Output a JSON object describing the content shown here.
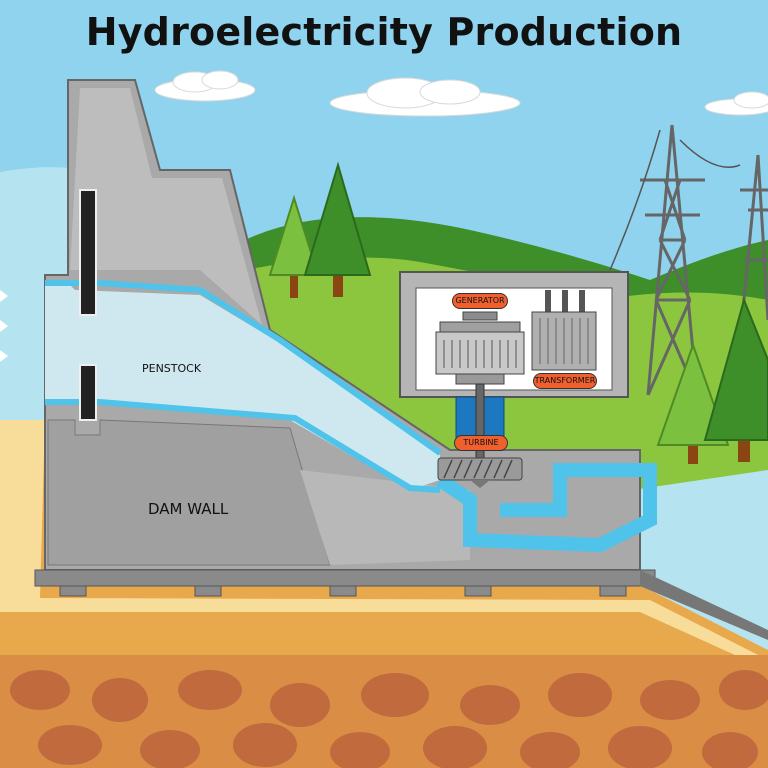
{
  "title": "Hydroelectricity Production",
  "labels": {
    "penstock": "PENSTOCK",
    "dam_wall": "DAM WALL",
    "generator": "GENERATOR",
    "transformer": "TRANSFORMER",
    "turbine": "TURBINE"
  },
  "colors": {
    "sky": "#8fd3ee",
    "water": "#b6e3f0",
    "water_flow": "#4fc3ea",
    "dam": "#a9a9a9",
    "grass": "#8cc63f",
    "sand": "#f7dc9a",
    "soil": "#e8a84c",
    "rock": "#c06a3e",
    "label_pill": "#f0602f"
  },
  "icons": [
    "cloud-icon",
    "tree-icon",
    "power-tower-icon",
    "generator-icon",
    "transformer-icon",
    "turbine-icon",
    "wave-arrow-icon"
  ]
}
